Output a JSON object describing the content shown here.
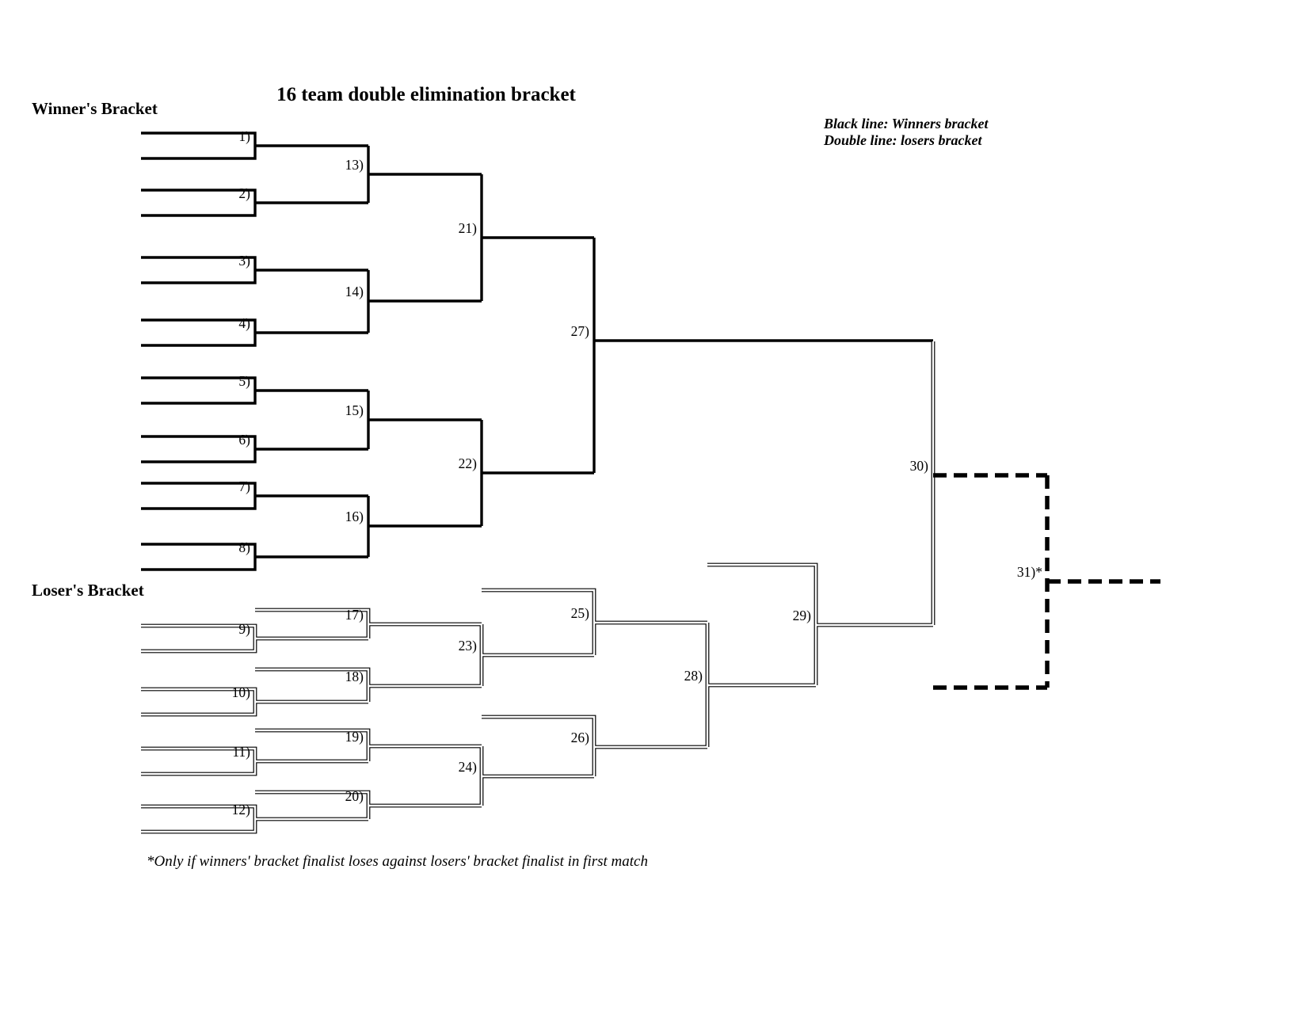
{
  "title": "16 team double elimination bracket",
  "sections": {
    "winners": "Winner's Bracket",
    "losers": "Loser's Bracket"
  },
  "legend": {
    "winners": "Black line: Winners bracket",
    "losers": "Double line: losers bracket"
  },
  "footnote": "*Only if winners' bracket finalist loses against losers' bracket finalist in first match",
  "colors": {
    "line": "#000000",
    "background": "#ffffff"
  },
  "matches": [
    {
      "label": "1)",
      "bracket": "winners"
    },
    {
      "label": "2)",
      "bracket": "winners"
    },
    {
      "label": "3)",
      "bracket": "winners"
    },
    {
      "label": "4)",
      "bracket": "winners"
    },
    {
      "label": "5)",
      "bracket": "winners"
    },
    {
      "label": "6)",
      "bracket": "winners"
    },
    {
      "label": "7)",
      "bracket": "winners"
    },
    {
      "label": "8)",
      "bracket": "winners"
    },
    {
      "label": "9)",
      "bracket": "losers"
    },
    {
      "label": "10)",
      "bracket": "losers"
    },
    {
      "label": "11)",
      "bracket": "losers"
    },
    {
      "label": "12)",
      "bracket": "losers"
    },
    {
      "label": "13)",
      "bracket": "winners"
    },
    {
      "label": "14)",
      "bracket": "winners"
    },
    {
      "label": "15)",
      "bracket": "winners"
    },
    {
      "label": "16)",
      "bracket": "winners"
    },
    {
      "label": "17)",
      "bracket": "losers"
    },
    {
      "label": "18)",
      "bracket": "losers"
    },
    {
      "label": "19)",
      "bracket": "losers"
    },
    {
      "label": "20)",
      "bracket": "losers"
    },
    {
      "label": "21)",
      "bracket": "winners"
    },
    {
      "label": "22)",
      "bracket": "winners"
    },
    {
      "label": "23)",
      "bracket": "losers"
    },
    {
      "label": "24)",
      "bracket": "losers"
    },
    {
      "label": "25)",
      "bracket": "losers"
    },
    {
      "label": "26)",
      "bracket": "losers"
    },
    {
      "label": "27)",
      "bracket": "winners"
    },
    {
      "label": "28)",
      "bracket": "losers"
    },
    {
      "label": "29)",
      "bracket": "losers"
    },
    {
      "label": "30)",
      "bracket": "final"
    },
    {
      "label": "31)*",
      "bracket": "final"
    }
  ]
}
